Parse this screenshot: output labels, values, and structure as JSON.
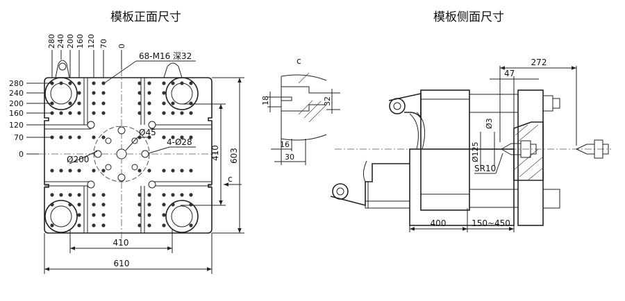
{
  "titles": {
    "front": "模板正面尺寸",
    "side": "模板侧面尺寸"
  },
  "front": {
    "top_dims": [
      "280",
      "240",
      "200",
      "160",
      "120",
      "70",
      "0"
    ],
    "left_dims": [
      "280",
      "240",
      "200",
      "160",
      "120",
      "70",
      "0"
    ],
    "thread_note": "68-M16 深32",
    "center_hole": "Ø45",
    "small_holes": "4-Ø28",
    "locating_circle": "Ø200",
    "inner_height": "410",
    "outer_height": "603",
    "inner_width": "410",
    "outer_width": "610",
    "section_mark": "c"
  },
  "section": {
    "mark": "c",
    "dim_18": "18",
    "dim_32": "32",
    "dim_16": "16",
    "dim_30": "30"
  },
  "side": {
    "dim_272": "272",
    "dim_47": "47",
    "dim_3": "Ø3",
    "dim_125": "Ø125",
    "radius": "SR10",
    "dim_400": "400",
    "dim_stroke": "150~450"
  }
}
